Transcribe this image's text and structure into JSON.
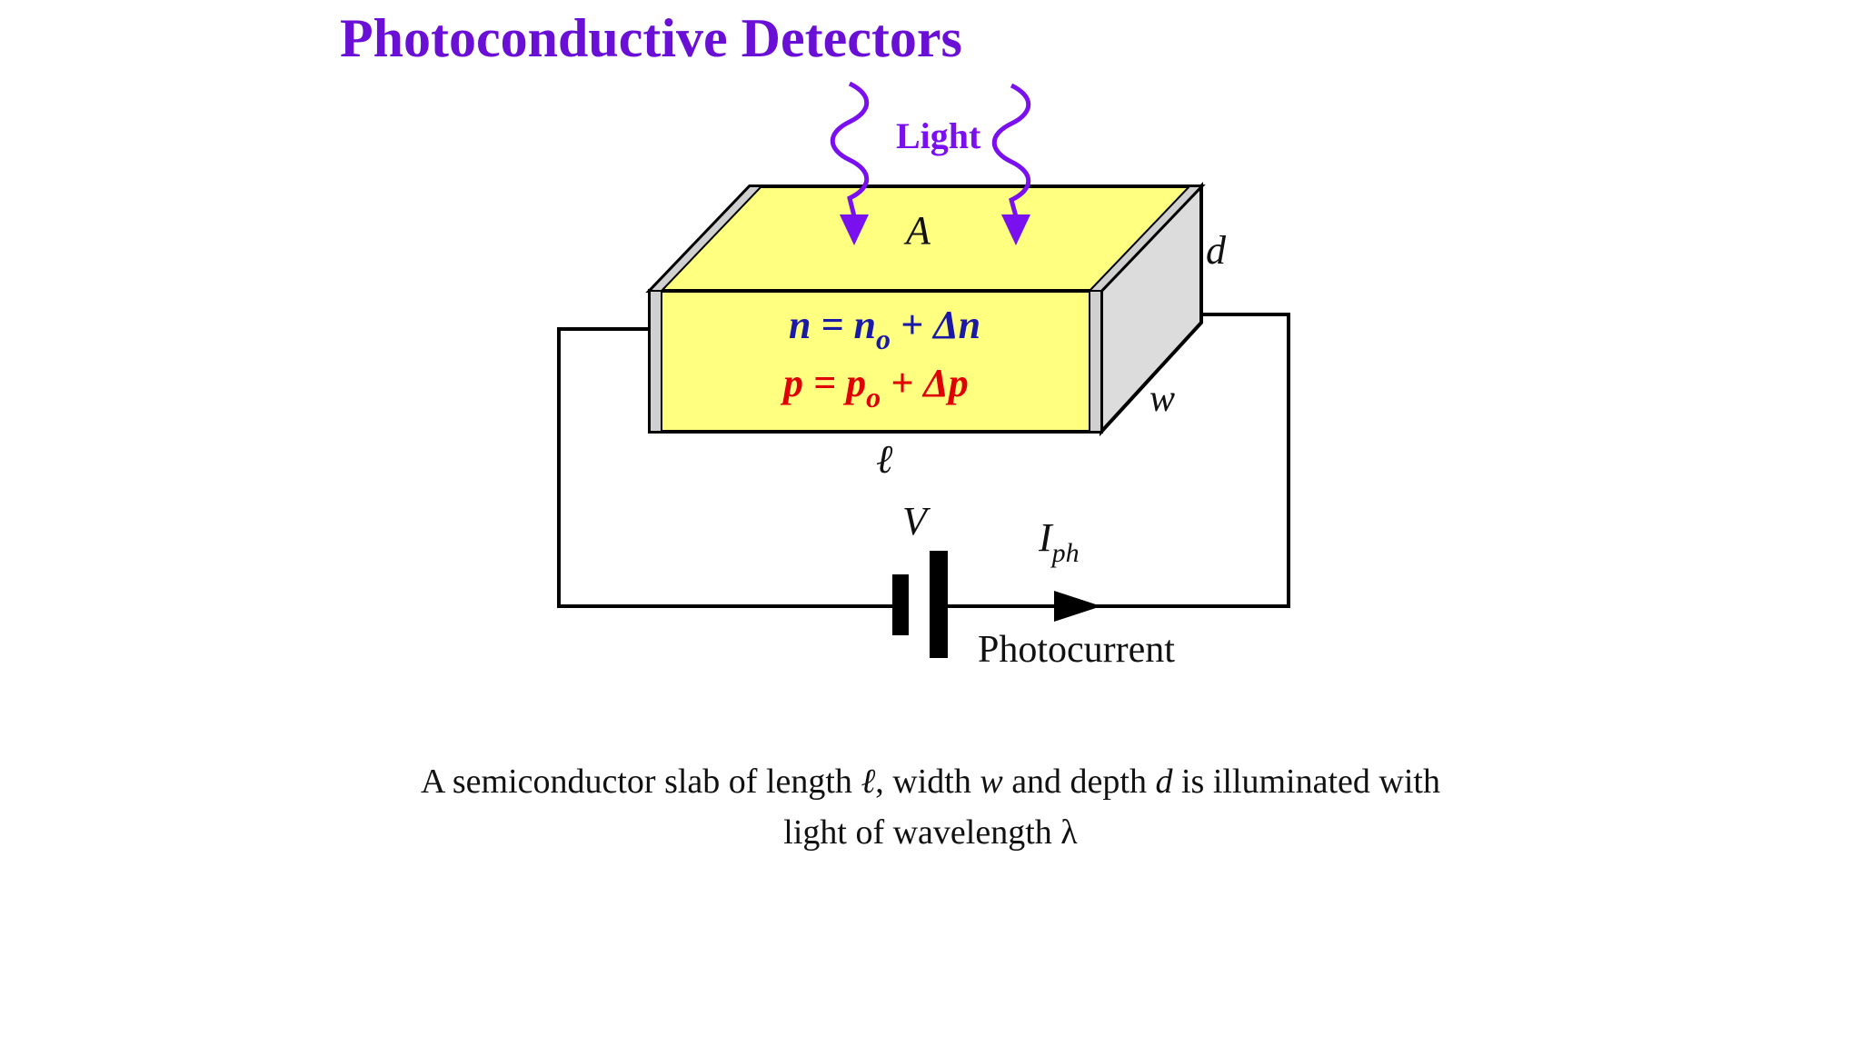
{
  "title": "Photoconductive Detectors",
  "diagram": {
    "light_label": "Light",
    "area_label": "A",
    "depth_label": "d",
    "width_label": "w",
    "length_label": "ℓ",
    "n_equation": {
      "lhs": "n = n",
      "sub": "o",
      "rhs": " + Δn"
    },
    "p_equation": {
      "lhs": "p = p",
      "sub": "o",
      "rhs": " + Δp"
    },
    "voltage_label": "V",
    "current_label": {
      "main": "I",
      "sub": "ph"
    },
    "photocurrent_label": "Photocurrent",
    "colors": {
      "title": "#6a0fd6",
      "light": "#7a10f0",
      "slab_face": "#ffff80",
      "side_face": "#dcdcdc",
      "n_equation": "#1a1aa6",
      "p_equation": "#e00000"
    }
  },
  "caption": {
    "part1": "A semiconductor slab of length ",
    "length_symbol": "ℓ",
    "part2": ", width ",
    "width_symbol": "w",
    "part3": " and depth ",
    "depth_symbol": "d",
    "part4": " is illuminated with",
    "line2": "light of wavelength λ"
  }
}
